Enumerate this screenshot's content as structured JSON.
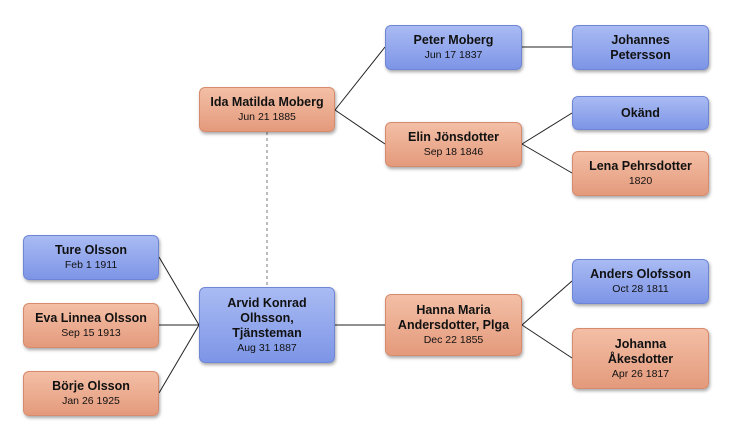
{
  "people": {
    "ida": {
      "name": "Ida Matilda Moberg",
      "date": "Jun 21 1885"
    },
    "peter": {
      "name": "Peter Moberg",
      "date": "Jun 17 1837"
    },
    "elin": {
      "name": "Elin Jönsdotter",
      "date": "Sep 18 1846"
    },
    "johan": {
      "name": "Johannes Petersson",
      "date": ""
    },
    "okand": {
      "name": "Okänd",
      "date": ""
    },
    "lena": {
      "name": "Lena Pehrsdotter",
      "date": "1820"
    },
    "ture": {
      "name": "Ture Olsson",
      "date": "Feb 1 1911"
    },
    "eva": {
      "name": "Eva Linnea Olsson",
      "date": "Sep 15 1913"
    },
    "borje": {
      "name": "Börje Olsson",
      "date": "Jan 26 1925"
    },
    "arvid": {
      "name": "Arvid Konrad Olhsson, Tjänsteman",
      "date": "Aug 31 1887"
    },
    "hanna": {
      "name": "Hanna Maria Andersdotter, Plga",
      "date": "Dec 22 1855"
    },
    "anders": {
      "name": "Anders Olofsson",
      "date": "Oct 28 1811"
    },
    "johanna": {
      "name": "Johanna Åkesdotter",
      "date": "Apr 26 1817"
    }
  },
  "colors": {
    "male": "#8ea3ec",
    "female": "#eba98e",
    "line": "#222222",
    "spouse_line": "#777777"
  }
}
